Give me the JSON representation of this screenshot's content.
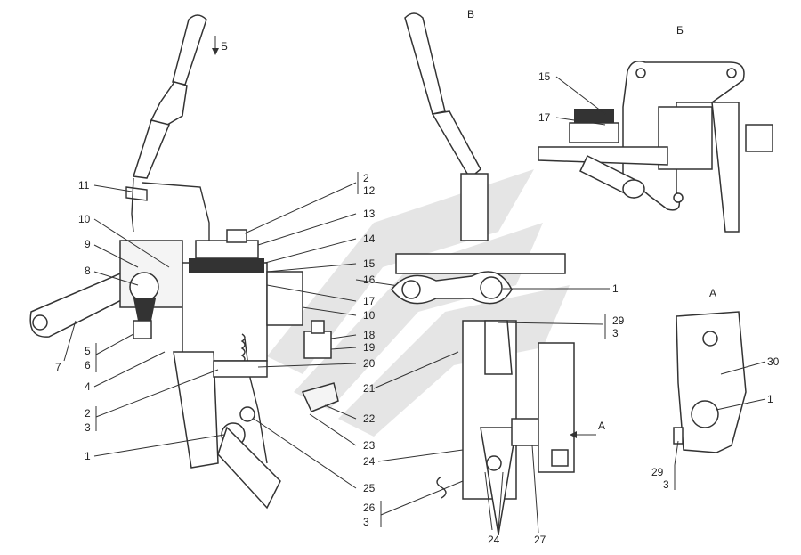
{
  "views": {
    "b_arrow_label": "Б",
    "v_title": "В",
    "b_title": "Б",
    "a_title": "А",
    "a_arrow_label": "А"
  },
  "callouts": {
    "left": [
      "11",
      "10",
      "9",
      "8",
      "7",
      "5",
      "6",
      "4",
      "2",
      "3",
      "1",
      "2",
      "12",
      "13",
      "14",
      "15",
      "16",
      "17",
      "10",
      "18",
      "19",
      "20",
      "21",
      "22",
      "23",
      "24",
      "25",
      "26",
      "3"
    ],
    "mid": [
      "1",
      "29",
      "3",
      "24",
      "27"
    ],
    "b_view": [
      "15",
      "17"
    ],
    "a_view": [
      "30",
      "1",
      "29",
      "3"
    ]
  },
  "labels": {
    "l11": "11",
    "l10": "10",
    "l9": "9",
    "l8": "8",
    "l7": "7",
    "l5": "5",
    "l6": "6",
    "l4": "4",
    "l2a": "2",
    "l3a": "3",
    "l1a": "1",
    "r2": "2",
    "r12": "12",
    "r13": "13",
    "r14": "14",
    "r15": "15",
    "r16": "16",
    "r17": "17",
    "r10": "10",
    "r18": "18",
    "r19": "19",
    "r20": "20",
    "r21": "21",
    "r22": "22",
    "r23": "23",
    "r24": "24",
    "r25": "25",
    "r26": "26",
    "r3b": "3",
    "m1": "1",
    "m29": "29",
    "m3": "3",
    "m24": "24",
    "m27": "27",
    "b15": "15",
    "b17": "17",
    "a30": "30",
    "a1": "1",
    "a29": "29",
    "a3": "3"
  }
}
